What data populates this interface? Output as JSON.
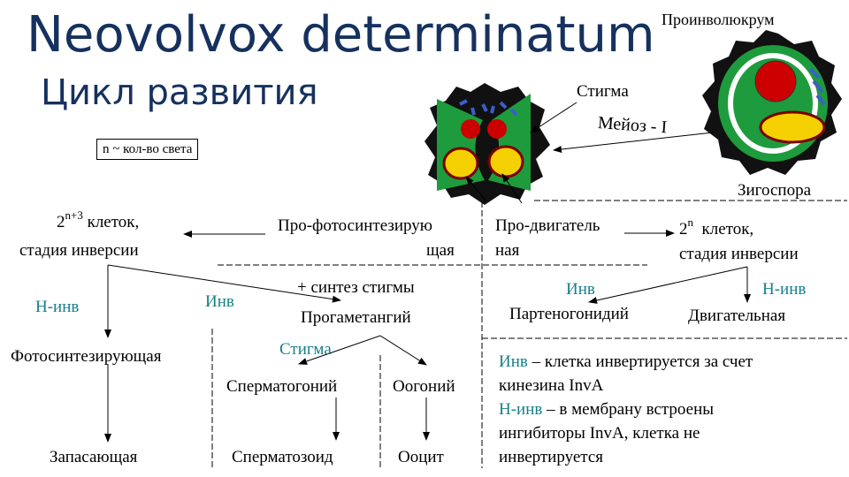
{
  "title": "Neovolvox determinatum",
  "subtitle": "Цикл развития",
  "labels": {
    "proinvolucrum": "Проинволюкрум",
    "stigma_top": "Стигма",
    "meiosis": "Мейоз - I",
    "zygospore": "Зигоспора",
    "n_light": "n ~ кол-во света",
    "left_count_base": "2",
    "left_count_exp": "n+3",
    "left_count_suffix": "клеток,",
    "left_stage": "стадия инверсии",
    "photo_1": "Про-фотосинтезирую",
    "photo_2": "щая",
    "motor_1": "Про-двигатель",
    "motor_2": "ная",
    "right_count_base": "2",
    "right_count_exp": "n",
    "right_count_suffix": "клеток,",
    "right_stage": "стадия инверсии",
    "h_inv_left": "Н-инв",
    "inv_left": "Инв",
    "synth": "+ синтез стигмы",
    "progametangium": "Прогаметангий",
    "inv_right": "Инв",
    "h_inv_right": "Н-инв",
    "partenogonidium": "Партеногонидий",
    "motor_cell": "Двигательная",
    "photosynth_cell": "Фотосинтезирующая",
    "stigma_mid": "Стигма",
    "spermatogonium": "Сперматогоний",
    "oogonium": "Оогоний",
    "storage": "Запасающая",
    "spermatozoid": "Сперматозоид",
    "oocyte": "Ооцит"
  },
  "note": {
    "line1_term": "Инв",
    "line1_rest": " – клетка инвертируется за счет",
    "line2": "кинезина InvA",
    "line3_term": "Н-инв",
    "line3_rest": " – в мембрану встроены",
    "line4": "ингибиторы InvA, клетка не",
    "line5": "инвертируется"
  },
  "colors": {
    "title": "#16315e",
    "teal": "#16808a",
    "cell_green": "#1e9b3c",
    "nucleus_red": "#cc0000",
    "yolk_yellow": "#f5d000",
    "wall_black": "#111111",
    "stigma_blue": "#3a5fc8"
  }
}
